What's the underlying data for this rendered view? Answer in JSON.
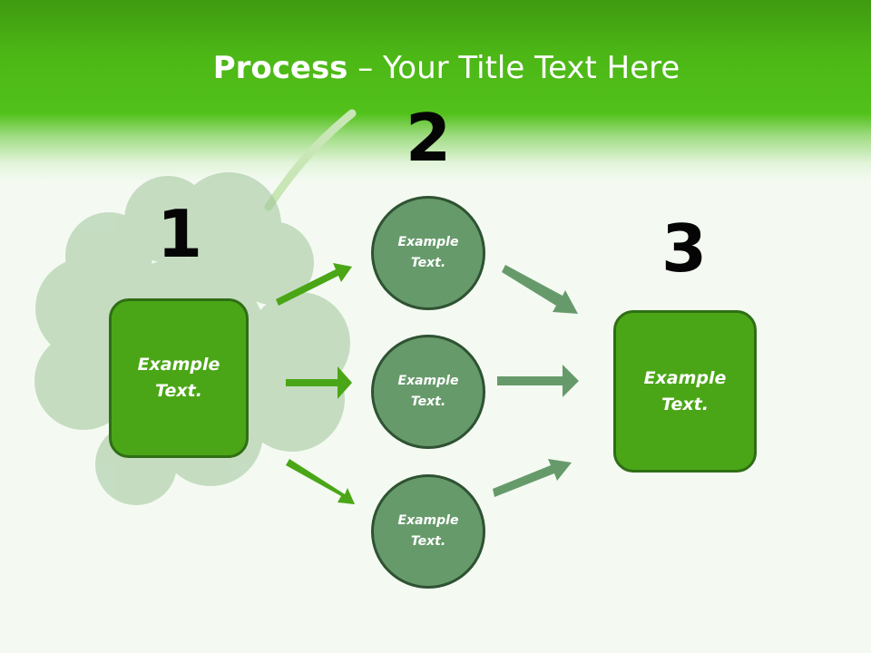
{
  "title": {
    "bold": "Process",
    "rest": " – Your Title Text Here"
  },
  "steps": {
    "one": "1",
    "two": "2",
    "three": "3"
  },
  "left_box": {
    "line1": "Example",
    "line2": "Text."
  },
  "circles": [
    {
      "line1": "Example",
      "line2": "Text."
    },
    {
      "line1": "Example",
      "line2": "Text."
    },
    {
      "line1": "Example",
      "line2": "Text."
    }
  ],
  "right_box": {
    "line1": "Example",
    "line2": "Text."
  },
  "colors": {
    "header_green": "#4cb716",
    "box_fill": "#4aa616",
    "circle_fill": "#679a6b",
    "arrow_bright": "#4aa616",
    "arrow_muted": "#679a6b"
  }
}
